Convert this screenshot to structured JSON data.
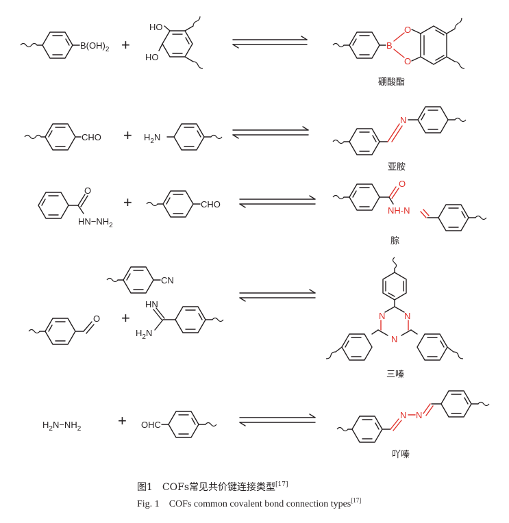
{
  "reactions": [
    {
      "id": "boronate",
      "product_name": "硼酸酯",
      "reactant1": {
        "group": "B(OH)",
        "subscript": "2"
      },
      "reactant2": {
        "substituents": [
          "HO",
          "HO"
        ]
      },
      "product": {
        "atoms": [
          "B",
          "O",
          "O"
        ]
      }
    },
    {
      "id": "imine",
      "product_name": "亚胺",
      "reactant1": {
        "group": "CHO"
      },
      "reactant2": {
        "group": "H",
        "subscript": "2",
        "suffix": "N"
      },
      "product": {
        "atoms": [
          "N"
        ]
      }
    },
    {
      "id": "hydrazone",
      "product_name": "腙",
      "reactant1": {
        "carbonyl": "O",
        "hydrazide": "HN",
        "dash": "−",
        "nh": "NH",
        "subscript": "2"
      },
      "reactant2": {
        "group": "CHO"
      },
      "product": {
        "carbonyl": "O",
        "linker": "NH-N"
      }
    },
    {
      "id": "triazine",
      "product_name": "三嗪",
      "reactant1": {
        "group": "CN"
      },
      "reactant2": {
        "group": "O"
      },
      "reactant3": {
        "top": "HN",
        "bottom": "H",
        "bottom_sub": "2",
        "bottom_suffix": "N"
      },
      "product": {
        "atoms": [
          "N",
          "N",
          "N"
        ]
      }
    },
    {
      "id": "azine",
      "product_name": "吖嗪",
      "reactant1": {
        "left": "H",
        "left_sub": "2",
        "mid": "N−NH",
        "right_sub": "2"
      },
      "reactant2": {
        "group": "OHC"
      },
      "product": {
        "atoms": [
          "N",
          "N"
        ]
      }
    }
  ],
  "operators": {
    "plus": "+"
  },
  "caption": {
    "cn_label": "图1",
    "cn_text": "COFs常见共价键连接类型",
    "cn_ref": "[17]",
    "en_label": "Fig. 1",
    "en_text": "COFs common covalent bond connection types",
    "en_ref": "[17]"
  },
  "colors": {
    "bond": "#231f20",
    "highlight": "#e0312b"
  }
}
